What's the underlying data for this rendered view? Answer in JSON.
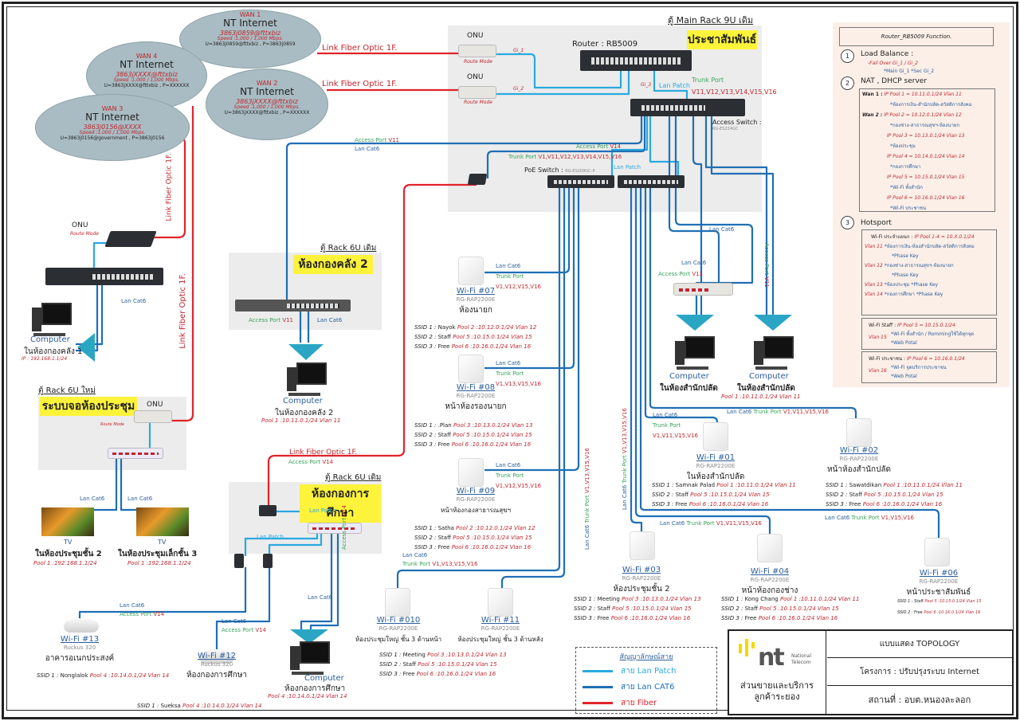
{
  "colors": {
    "lan_patch": "#29a9e0",
    "lan_cat6": "#1f6fb5",
    "fiber": "#e0242a",
    "badge": "#fdf33a",
    "text_red": "#c0262d",
    "text_green": "#3aa35a"
  },
  "wan": [
    {
      "label": "WAN 1",
      "title": "NT Internet",
      "account": "3863j0859@fttxbiz",
      "speed": "Speed :1,000 / 1,000 Mbps.",
      "credentials": "U=3863j0859@fttxbiz , P=3863j0859"
    },
    {
      "label": "WAN 2",
      "title": "NT Internet",
      "account": "3863jXXXX@fttxbiz",
      "speed": "Speed :1,000 / 1,000 Mbps.",
      "credentials": "U=3863jXXXX@fttxbiz , P=XXXXXX"
    },
    {
      "label": "WAN 3",
      "title": "NT Internet",
      "account": "3863j0156@XXXX",
      "speed": "Speed :1,000 / 1,000 Mbps.",
      "credentials": "U=3863j0156@government , P=3863j0156"
    },
    {
      "label": "WAN 4",
      "title": "NT Internet",
      "account": "3863jXXXX@fttxbiz",
      "speed": "Speed :1,000 / 1,000 Mbps.",
      "credentials": "U=3863jXXXX@fttxbiz , P=XXXXXX"
    }
  ],
  "fiber_label": "Link Fiber Optic 1F.",
  "main_rack": {
    "title": "ตู้ Main Rack 9U เดิม",
    "badge": "ประชาสัมพันธ์",
    "onu": "ONU",
    "route_mode": "Route Mode",
    "router": "Router : RB5009",
    "gi1": "Gi_1",
    "gi2": "Gi_2",
    "gi3": "Gi_3",
    "lan_patch": "Lan Patch",
    "trunk_port": "Trunk Port",
    "trunk_vlans": "V11,V12,V13,V14,V15,V16",
    "access_switch": "Access Switch :",
    "access_switch_model": "RG-ES224GC",
    "access_port": "Access Port",
    "v14": "V14",
    "v11": "V11",
    "poe_trunk_vlans": "V1,V11,V12,V13,V14,V15,V16",
    "poe_switch": "PoE Switch :",
    "poe_switch_model": "RG-ES209GC-P",
    "lan_cat6": "Lan Cat6"
  },
  "left_site": {
    "onu": "ONU",
    "route_mode": "Route Mode",
    "lan_cat6": "Lan Cat6",
    "computer": "Computer",
    "location": "ในห้องกองคลัง 1",
    "ip": "IP : 192.168.1.1/24"
  },
  "rack_kongklang": {
    "title": "ตู้ Rack 6U เดิม",
    "badge": "ห้องกองคลัง 2",
    "access_port": "Access Port",
    "vlan": "V11",
    "lan_cat6": "Lan Cat6",
    "computer": "Computer",
    "location": "ในห้องกองคลัง 2",
    "pool": "Pool 1 :10.11.0.1/24  Vlan 11"
  },
  "rack_meeting": {
    "title": "ตู้ Rack 6U ใหม่",
    "badge": "ระบบจอห้องประชุม",
    "onu": "ONU",
    "route_mode": "Route Mode",
    "lan_cat6": "Lan Cat6",
    "tvs": [
      {
        "label": "TV",
        "location": "ในห้องประชุมชั้น 2",
        "pool": "Pool 1 :192.168.1.1/24"
      },
      {
        "label": "TV",
        "location": "ในห้องประชุมเล็กชั้น 3",
        "pool": "Pool 1 :192.168.1.1/24"
      }
    ]
  },
  "rack_education": {
    "title": "ตู้ Rack 6U เดิม",
    "badge": "ห้องกองการศึกษา",
    "fiber": "Link Fiber Optic 1F.",
    "access_port": "Access Port",
    "vlan": "V14",
    "lan_patch": "Lan Patch",
    "lan_cat6": "Lan Cat6",
    "computer": "Computer",
    "location": "ห้องกองการศึกษา",
    "pool": "Pool 4 :10.14.0.1/24  Vlan 14"
  },
  "office": {
    "lan_cat6": "Lan Cat6",
    "access_port": "Access Port",
    "vlan": "V11",
    "computers": [
      {
        "label": "Computer",
        "location": "ในห้องสำนักปลัด"
      },
      {
        "label": "Computer",
        "location": "ในห้องสำนักปลัด"
      }
    ],
    "pool": "Pool 1 :10.11.0.1/24  Vlan 11"
  },
  "vertical_links": [
    {
      "cable": "Lan Cat6",
      "port": "Trunk Port",
      "vlans": "V1,V13,V15,V16"
    },
    {
      "cable": "Lan Cat6",
      "port": "Trunk Port",
      "vlans": "V1,V13,V15,V16"
    }
  ],
  "access_points": [
    {
      "name": "Wi-Fi #07",
      "model": "RG-RAP2200E",
      "location": "ห้องนายก",
      "cable": "Lan Cat6",
      "port": "Trunk Port",
      "vlans": "V1,V12,V15,V16",
      "ssids": [
        {
          "ssid": "SSID 1 :",
          "name": "Nayok",
          "pool": "Pool 2 :10.12.0.1/24",
          "vlan": "Vlan 12"
        },
        {
          "ssid": "SSID 2 :",
          "name": "Staff",
          "pool": "Pool 5 :10.15.0.1/24",
          "vlan": "Vlan 15"
        },
        {
          "ssid": "SSID 3 :",
          "name": "Free",
          "pool": "Pool 6 :10.16.0.1/24",
          "vlan": "Vlan 16"
        }
      ]
    },
    {
      "name": "Wi-Fi #08",
      "model": "RG-RAP2200E",
      "location": "หน้าห้องรองนายก",
      "cable": "Lan Cat6",
      "port": "Trunk Port",
      "vlans": "V1,V13,V15,V16",
      "ssids": [
        {
          "ssid": "SSID 1 :",
          "name": ".Plan",
          "pool": "Pool 3 :10.13.0.1/24",
          "vlan": "Vlan 13"
        },
        {
          "ssid": "SSID 2 :",
          "name": "Staff",
          "pool": "Pool 5 :10.15.0.1/24",
          "vlan": "Vlan 15"
        },
        {
          "ssid": "SSID 3 :",
          "name": "Free",
          "pool": "Pool 6 :10.16.0.1/24",
          "vlan": "Vlan 16"
        }
      ]
    },
    {
      "name": "Wi-Fi #09",
      "model": "RG-RAP2200E",
      "location": "หน้าห้องกองสาธารณสุขฯ",
      "cable": "Lan Cat6",
      "port": "Trunk Port",
      "vlans": "V1,V12,V15,V16",
      "ssids": [
        {
          "ssid": "SSID 1 :",
          "name": "Satha",
          "pool": "Pool 2 :10.12.0.1/24",
          "vlan": "Vlan 12"
        },
        {
          "ssid": "SSID 2 :",
          "name": "Staff",
          "pool": "Pool 5 :10.15.0.1/24",
          "vlan": "Vlan 15"
        },
        {
          "ssid": "SSID 3 :",
          "name": "Free",
          "pool": "Pool 6 :10.16.0.1/24",
          "vlan": "Vlan 16"
        }
      ]
    },
    {
      "name": "Wi-Fi #010",
      "model": "RG-RAP2200E",
      "location": "ห้องประชุมใหญ่ ชั้น 3 ด้านหน้า",
      "cable": "Lan Cat6",
      "port": "Trunk Port",
      "vlans": "V1,V13,V15,V16",
      "ssids": [
        {
          "ssid": "SSID 1 :",
          "name": "Meeting",
          "pool": "Pool 3 :10.13.0.1/24",
          "vlan": "Vlan 13"
        },
        {
          "ssid": "SSID 2 :",
          "name": "Staff",
          "pool": "Pool 5 :10.15.0.1/24",
          "vlan": "Vlan 15"
        },
        {
          "ssid": "SSID 3 :",
          "name": "Free",
          "pool": "Pool 6 :10.16.0.1/24",
          "vlan": "Vlan 16"
        }
      ]
    },
    {
      "name": "Wi-Fi #11",
      "model": "RG-RAP2200E",
      "location": "ห้องประชุมใหญ่ ชั้น 3 ด้านหลัง",
      "ssids": []
    },
    {
      "name": "Wi-Fi #03",
      "model": "RG-RAP2200E",
      "location": "ห้องประชุมชั้น 2",
      "ssids": [
        {
          "ssid": "SSID 1 :",
          "name": "Meeting",
          "pool": "Pool 3 :10.13.0.1/24",
          "vlan": "Vlan 13"
        },
        {
          "ssid": "SSID 2 :",
          "name": "Staff",
          "pool": "Pool 5 :10.15.0.1/24",
          "vlan": "Vlan 15"
        },
        {
          "ssid": "SSID 3 :",
          "name": "Free",
          "pool": "Pool 6 :10.16.0.1/24",
          "vlan": "Vlan 16"
        }
      ]
    },
    {
      "name": "Wi-Fi #04",
      "model": "RG-RAP2200E",
      "location": "หน้าห้องกองช่าง",
      "cable": "Lan Cat6",
      "port": "Trunk Port",
      "vlans": "V1,V11,V15,V16",
      "ssids": [
        {
          "ssid": "SSID 1 :",
          "name": "Kong Chang",
          "pool": "Pool 1 :10.11.0.1/24",
          "vlan": "Vlan 11"
        },
        {
          "ssid": "SSID 2 :",
          "name": "Staff",
          "pool": "Pool 5 :10.15.0.1/24",
          "vlan": "Vlan 15"
        },
        {
          "ssid": "SSID 3 :",
          "name": "Free",
          "pool": "Pool 6 :10.16.0.1/24",
          "vlan": "Vlan 16"
        }
      ]
    },
    {
      "name": "Wi-Fi #06",
      "model": "RG-RAP2200E",
      "location": "หน้าประชาสัมพันธ์",
      "cable": "Lan Cat6",
      "port": "Trunk Port",
      "vlans": "V1,V15,V16",
      "ssids": [
        {
          "ssid": "SSID 1 :",
          "name": "Staff",
          "pool": "Pool 5 :10.15.0.1/24",
          "vlan": "Vlan 15"
        },
        {
          "ssid": "SSID 2 :",
          "name": "Free",
          "pool": "Pool 6 :10.16.0.1/24",
          "vlan": "Vlan 16"
        }
      ]
    },
    {
      "name": "Wi-Fi #01",
      "model": "RG-RAP2200E",
      "location": "ในห้องสำนักปลัด",
      "cable": "Lan Cat6",
      "port": "Trunk Port",
      "vlans": "V1,V11,V15,V16",
      "ssids": [
        {
          "ssid": "SSID 1 :",
          "name": "Samnak Palad",
          "pool": "Pool 1 :10.11.0.1/24",
          "vlan": "Vlan 11"
        },
        {
          "ssid": "SSID 2 :",
          "name": "Staff",
          "pool": "Pool 5 :10.15.0.1/24",
          "vlan": "Vlan 15"
        },
        {
          "ssid": "SSID 3 :",
          "name": "Free",
          "pool": "Pool 6 :10.16.0.1/24",
          "vlan": "Vlan 16"
        }
      ]
    },
    {
      "name": "Wi-Fi #02",
      "model": "RG-RAP2200E",
      "location": "หน้าห้องสำนักปลัด",
      "cable": "Lan Cat6",
      "port": "Trunk Port",
      "vlans": "V1,V11,V15,V16",
      "ssids": [
        {
          "ssid": "SSID 1 :",
          "name": "Sawatdikan",
          "pool": "Pool 1 :10.11.0.1/24",
          "vlan": "Vlan 11"
        },
        {
          "ssid": "SSID 2 :",
          "name": "Staff",
          "pool": "Pool 5 :10.15.0.1/24",
          "vlan": "Vlan 15"
        },
        {
          "ssid": "SSID 3 :",
          "name": "Free",
          "pool": "Pool 6 :10.16.0.1/24",
          "vlan": "Vlan 16"
        }
      ]
    },
    {
      "name": "Wi-Fi #13",
      "model": "Ruckus 320",
      "location": "อาคารอเนกประสงค์",
      "cable": "Lan Cat6",
      "port": "Access Port",
      "vlans": "V14",
      "ssids": [
        {
          "ssid": "SSID 1 :",
          "name": "Nonglalok",
          "pool": "Pool 4 :10.14.0.1/24",
          "vlan": "Vlan 14"
        }
      ]
    },
    {
      "name": "Wi-Fi #12",
      "model": "Ruckus 320",
      "location": "ห้องกองการศึกษา",
      "cable": "Lan Cat6",
      "port": "Access Port",
      "vlans": "V14",
      "ssids": [
        {
          "ssid": "SSID 1 :",
          "name": "Sueksa",
          "pool": "Pool 4 :10.14.0.1/24",
          "vlan": "Vlan 14"
        }
      ]
    }
  ],
  "router_function": {
    "title": "Router_RB5009 Function.",
    "s1": {
      "num": "1",
      "title": "Load Balance :",
      "line1": "-Fail Over  Gi_1 / Gi_2",
      "line2": "*Main Gi_1   *Sec Gi_2"
    },
    "s2": {
      "num": "2",
      "title": "NAT , DHCP server",
      "wan1": "Wan 1 :",
      "wan2": "Wan 2 :",
      "pools": [
        {
          "pool": "IP Pool 1 = 10.11.0.1/24  Vlan 11",
          "desc": "*ห้องการเงิน-สำนักปลัด-สวัสดิการสังคม"
        },
        {
          "pool": "IP Pool 2 = 10.12.0.1/24  Vlan 12",
          "desc": "*กองช่าง-สาธารณสุขฯ-ห้องนายก"
        },
        {
          "pool": "IP Pool 3 = 10.13.0.1/24  Vlan 13",
          "desc": "*ห้องประชุม"
        },
        {
          "pool": "IP Pool 4 = 10.14.0.1/24  Vlan 14",
          "desc": "*กองการศึกษา"
        },
        {
          "pool": "IP Pool 5 = 10.15.0.1/24  Vlan 15",
          "desc": "*Wi-Fi ทั้งสำนัก"
        },
        {
          "pool": "IP Pool 6 = 10.16.0.1/24  Vlan 16",
          "desc": "*Wi-Fi ประชาชน"
        }
      ]
    },
    "s3": {
      "num": "3",
      "title": "Hotsport",
      "dept": {
        "label": "Wi-Fi ประจำแผนก :",
        "pool": "IP Pool 1-4 = 10.X.0.1/24",
        "rows": [
          {
            "vlan": "Vlan 11",
            "desc": "*ห้องการเงิน-ห้องสำนักปลัด-สวัสดิการสังคม",
            "key": "*Phase Key"
          },
          {
            "vlan": "Vlan 12",
            "desc": "*กองช่าง-สาธารณสุขฯ-ห้องนายก",
            "key": "*Phase Key"
          },
          {
            "vlan": "Vlan 13",
            "desc": "*ห้องประชุม *Phase Key"
          },
          {
            "vlan": "Vlan 14",
            "desc": "*กองการศึกษา *Phase Key"
          }
        ]
      },
      "staff": {
        "label": "Wi-Fi Staff :",
        "pool": "IP Pool 5 = 10.15.0.1/24",
        "vlan": "Vlan 15",
        "desc": "*Wi-Fi ทั้งสำนัก / Rommingใช้ได้ทุกจุด",
        "auth": "*Web Potal"
      },
      "public": {
        "label": "Wi-Fi ประชาชน :",
        "pool": "IP Pool 6 = 10.16.0.1/24",
        "vlan": "Vlan 16",
        "desc": "*Wi-Fi จุดบริการประชาชน",
        "auth": "*Web Potal"
      }
    }
  },
  "legend": {
    "title": "สัญญาลักษณ์สาย",
    "items": [
      {
        "label": "สาย Lan Patch"
      },
      {
        "label": "สาย Lan CAT6"
      },
      {
        "label": "สาย Fiber"
      }
    ]
  },
  "title_block": {
    "logo_text": "nt National Telecom",
    "org_line1": "ส่วนขายและบริการ",
    "org_line2": "ลูกค้าระยอง",
    "drawing": "แบบแสดง TOPOLOGY",
    "project": "โครงการ : ปรับปรุงระบบ Internet",
    "site": "สถานที่ : อบต.หนองละลอก"
  }
}
